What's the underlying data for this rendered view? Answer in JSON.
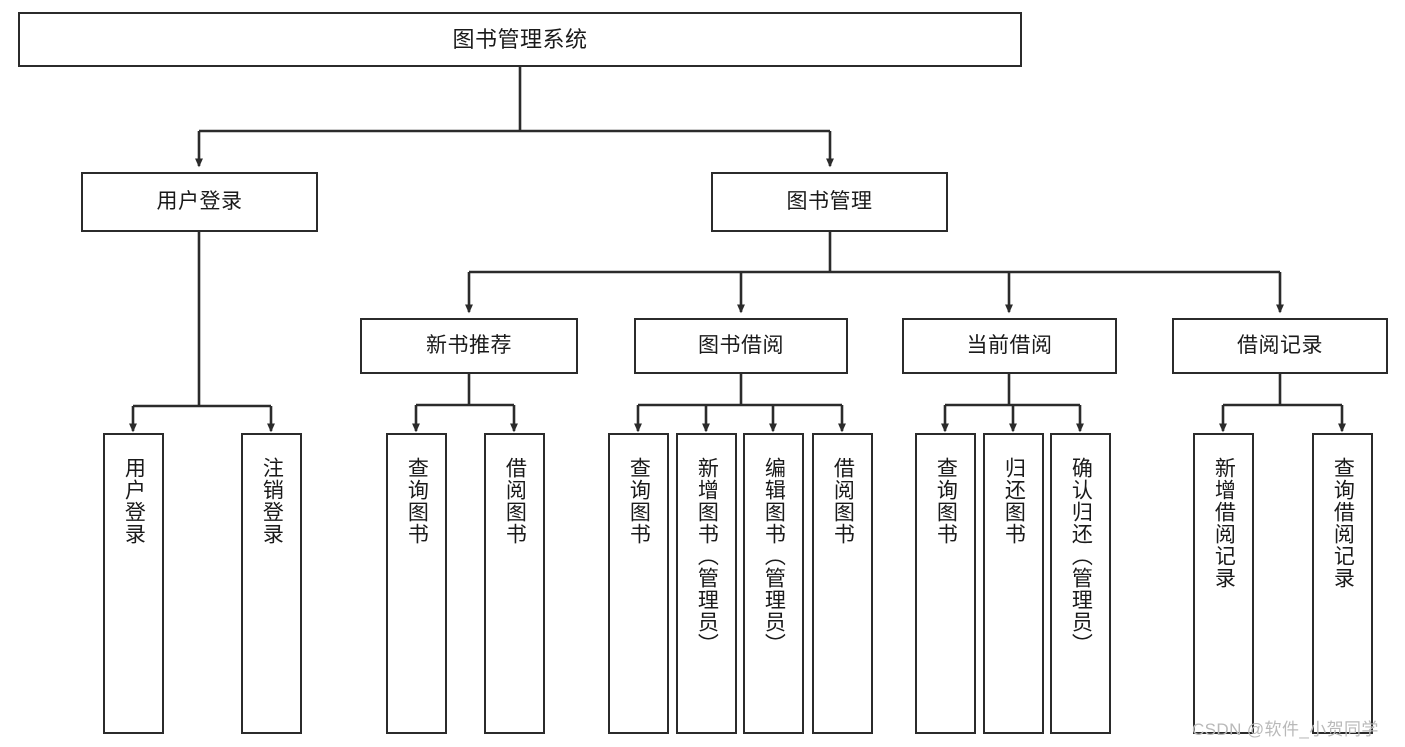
{
  "diagram": {
    "title": "图书管理系统",
    "type": "tree-hierarchy-chart",
    "watermark": "CSDN @软件_小贺同学",
    "colors": {
      "stroke": "#2b2b2b",
      "fill": "#ffffff",
      "text": "#1a1a1a",
      "watermark": "#b9b9b9"
    },
    "nodes": {
      "root": "图书管理系统",
      "level2": [
        "用户登录",
        "图书管理"
      ],
      "level3": [
        "新书推荐",
        "图书借阅",
        "当前借阅",
        "借阅记录"
      ],
      "leaves": {
        "user_login": [
          "用户登录",
          "注销登录"
        ],
        "new_book": [
          "查询图书",
          "借阅图书"
        ],
        "book_borrow": [
          "查询图书",
          "新增图书（管理员）",
          "编辑图书（管理员）",
          "借阅图书"
        ],
        "current_borrow": [
          "查询图书",
          "归还图书",
          "确认归还（管理员）"
        ],
        "borrow_record": [
          "新增借阅记录",
          "查询借阅记录"
        ]
      }
    }
  }
}
